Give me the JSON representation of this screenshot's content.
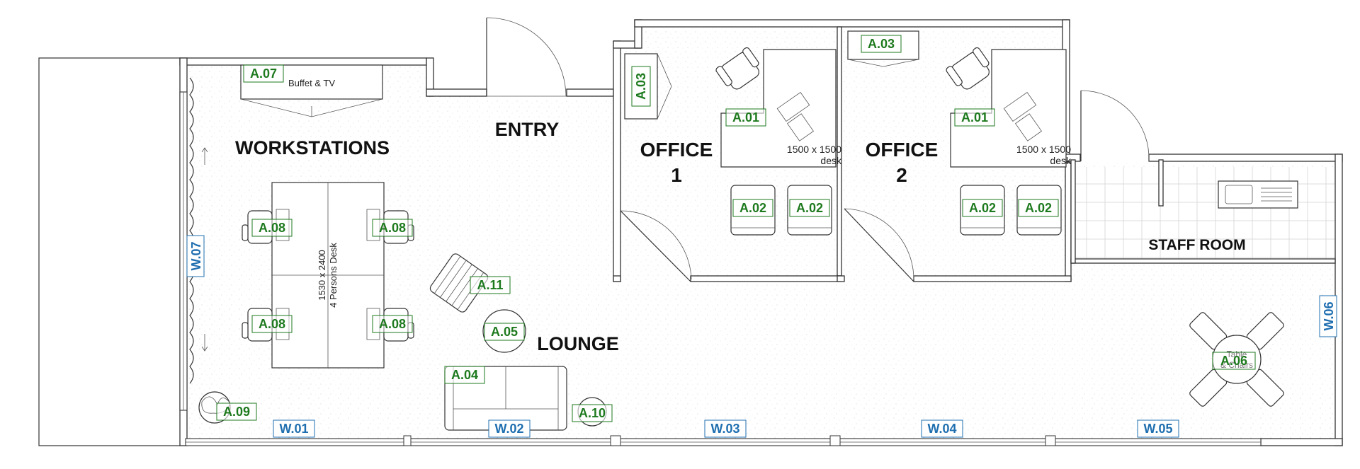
{
  "rooms": {
    "workstations": "WORKSTATIONS",
    "entry": "ENTRY",
    "office1_line1": "OFFICE",
    "office1_line2": "1",
    "office2_line1": "OFFICE",
    "office2_line2": "2",
    "lounge": "LOUNGE",
    "staff_room": "STAFF ROOM"
  },
  "notes": {
    "buffet": "Buffet & TV",
    "desk_office1_size": "1500 x 1500",
    "desk_office1_word": "desk",
    "desk_office2_size": "1500 x 1500",
    "desk_office2_word": "desk",
    "team_desk_size": "1530 x 2400",
    "team_desk_desc": "4 Persons Desk",
    "table_line1": "Table",
    "table_line2": "& Chairs"
  },
  "asset_tags": {
    "a01_office1": "A.01",
    "a01_office2": "A.01",
    "a02_o1_left": "A.02",
    "a02_o1_right": "A.02",
    "a02_o2_left": "A.02",
    "a02_o2_right": "A.02",
    "a03_office1": "A.03",
    "a03_office2": "A.03",
    "a04": "A.04",
    "a05": "A.05",
    "a06": "A.06",
    "a07": "A.07",
    "a08_tl": "A.08",
    "a08_tr": "A.08",
    "a08_bl": "A.08",
    "a08_br": "A.08",
    "a09": "A.09",
    "a10": "A.10",
    "a11": "A.11"
  },
  "window_tags": {
    "w01": "W.01",
    "w02": "W.02",
    "w03": "W.03",
    "w04": "W.04",
    "w05": "W.05",
    "w06": "W.06",
    "w07": "W.07"
  },
  "colors": {
    "asset_tag": "#1e7a1e",
    "window_tag": "#1f6fb0",
    "wall": "#333333"
  }
}
